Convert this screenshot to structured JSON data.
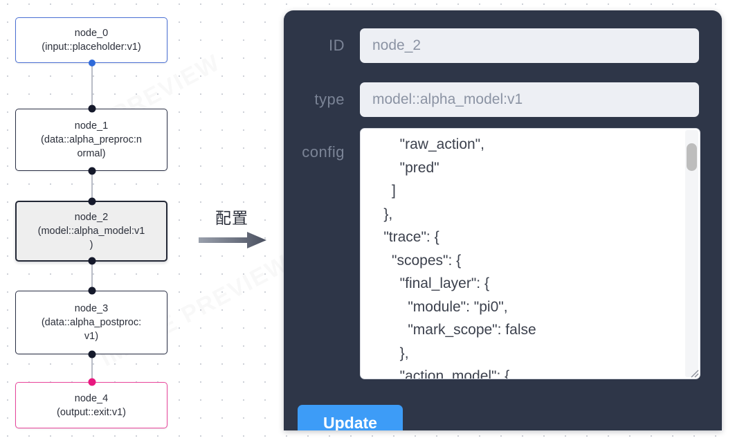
{
  "canvas": {
    "watermark_text": "IMAGE PREVIEW",
    "arrow_label": "配置",
    "nodes": [
      {
        "id": "node_0",
        "title": "node_0",
        "subtitle": "(input::placeholder:v1)",
        "state": "input",
        "border_color": "#4a6fd4",
        "handle_color": "#2f6ad9"
      },
      {
        "id": "node_1",
        "title": "node_1",
        "subtitle_line1": "(data::alpha_preproc:n",
        "subtitle_line2": "ormal)",
        "state": "default",
        "border_color": "#2a2f45",
        "handle_color": "#15192b"
      },
      {
        "id": "node_2",
        "title": "node_2",
        "subtitle_line1": "(model::alpha_model:v1",
        "subtitle_line2": ")",
        "state": "selected",
        "border_color": "#222735",
        "fill_color": "#eeeeee",
        "handle_color": "#15192b"
      },
      {
        "id": "node_3",
        "title": "node_3",
        "subtitle_line1": "(data::alpha_postproc:",
        "subtitle_line2": "v1)",
        "state": "default",
        "border_color": "#2a2f45",
        "handle_color": "#15192b"
      },
      {
        "id": "node_4",
        "title": "node_4",
        "subtitle": "(output::exit:v1)",
        "state": "output",
        "border_color": "#e8449a",
        "handle_color": "#e8187f"
      }
    ]
  },
  "panel": {
    "background_color": "#2e3648",
    "fields": {
      "id": {
        "label": "ID",
        "value": "node_2",
        "placeholder": "ID"
      },
      "type": {
        "label": "type",
        "value": "model::alpha_model:v1",
        "placeholder": "type"
      },
      "config": {
        "label": "config",
        "value": "        \"raw_action\",\n        \"pred\"\n      ]\n    },\n    \"trace\": {\n      \"scopes\": {\n        \"final_layer\": {\n          \"module\": \"pi0\",\n          \"mark_scope\": false\n        },\n        \"action_model\": {",
        "placeholder": "config"
      }
    },
    "update_button": {
      "label": "Update",
      "color": "#3d9cf7"
    },
    "scrollbar": {
      "thumb_color": "#bdbdbd",
      "track_color": "#f4f5f7"
    }
  }
}
